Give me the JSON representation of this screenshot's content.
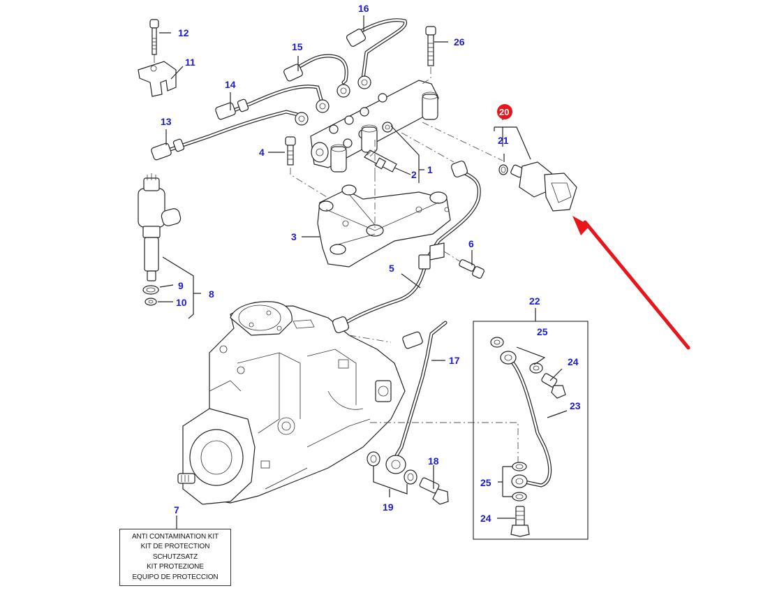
{
  "diagram": {
    "kind": "exploded parts diagram",
    "subject": "fuel injection pump, common rail, injector and fuel rail pressure sensor",
    "accent_color": "#e8151b",
    "callout_color": "#1a1ad0",
    "highlighted_callout": "20",
    "callouts": {
      "c1": "1",
      "c2": "2",
      "c3": "3",
      "c4": "4",
      "c5": "5",
      "c6": "6",
      "c7": "7",
      "c8": "8",
      "c9": "9",
      "c10": "10",
      "c11": "11",
      "c12": "12",
      "c13": "13",
      "c14": "14",
      "c15": "15",
      "c16": "16",
      "c17": "17",
      "c18": "18",
      "c19": "19",
      "c20": "20",
      "c21": "21",
      "c22": "22",
      "c23": "23",
      "c24a": "24",
      "c24b": "24",
      "c25a": "25",
      "c25b": "25",
      "c26": "26"
    },
    "kit_box": {
      "lines": [
        "ANTI CONTAMINATION KIT",
        "KIT DE PROTECTION",
        "SCHUTZSATZ",
        "KIT PROTEZIONE",
        "EQUIPO DE PROTECCION"
      ]
    },
    "pointer": {
      "icon": "red-arrow-icon",
      "points_to": "20"
    }
  }
}
